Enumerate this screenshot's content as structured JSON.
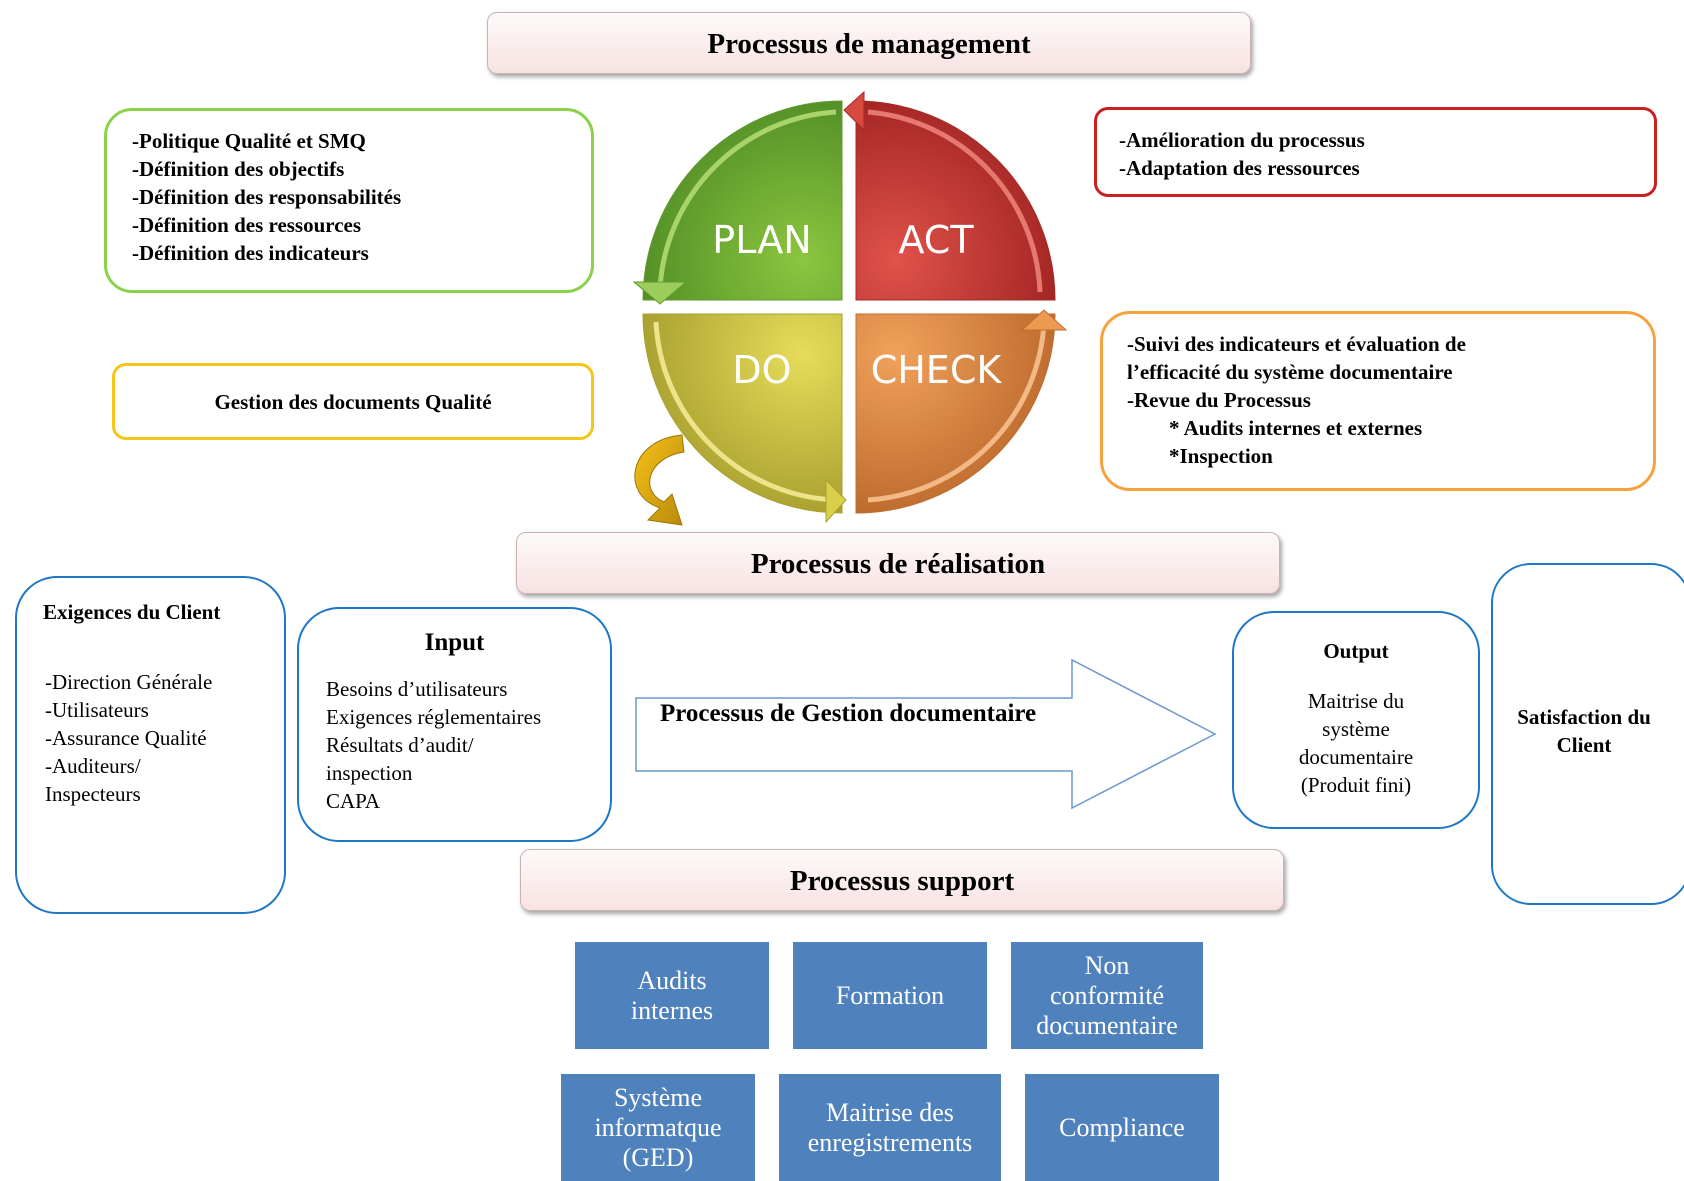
{
  "banners": {
    "management": "Processus de management",
    "realisation": "Processus de réalisation",
    "support": "Processus support"
  },
  "pdca": {
    "plan": "PLAN",
    "act": "ACT",
    "do": "DO",
    "check": "CHECK",
    "colors": {
      "plan": "#6aa630",
      "act": "#c0312b",
      "do": "#c3b73a",
      "check": "#d8823a"
    }
  },
  "plan_box": {
    "lines": [
      "-Politique Qualité et SMQ",
      "-Définition des objectifs",
      "-Définition des responsabilités",
      "-Définition des ressources",
      "-Définition des indicateurs"
    ]
  },
  "do_box": {
    "text": "Gestion des documents Qualité"
  },
  "act_box": {
    "lines": [
      "-Amélioration du processus",
      "-Adaptation des ressources"
    ]
  },
  "check_box": {
    "lines": [
      "-Suivi des indicateurs et évaluation de",
      "l’efficacité du système documentaire",
      "-Revue du Processus",
      "* Audits internes et externes",
      "*Inspection"
    ]
  },
  "client_requirements": {
    "title": "Exigences du Client",
    "lines": [
      "-Direction Générale",
      "-Utilisateurs",
      "-Assurance Qualité",
      "-Auditeurs/",
      "Inspecteurs"
    ]
  },
  "input": {
    "title": "Input",
    "lines": [
      "Besoins d’utilisateurs",
      "Exigences réglementaires",
      "Résultats d’audit/",
      "inspection",
      "CAPA"
    ]
  },
  "process_arrow": {
    "label": "Processus de Gestion documentaire"
  },
  "output": {
    "title": "Output",
    "lines": [
      "Maitrise du",
      "système",
      "documentaire",
      "(Produit fini)"
    ]
  },
  "satisfaction": {
    "lines": [
      "Satisfaction du",
      "Client"
    ]
  },
  "support_tiles": {
    "audits": [
      "Audits",
      "internes"
    ],
    "formation": [
      "Formation"
    ],
    "non_conformite": [
      "Non",
      "conformité",
      "documentaire"
    ],
    "systeme": [
      "Système",
      "informatque",
      "(GED)"
    ],
    "maitrise": [
      "Maitrise des",
      "enregistrements"
    ],
    "compliance": [
      "Compliance"
    ]
  }
}
